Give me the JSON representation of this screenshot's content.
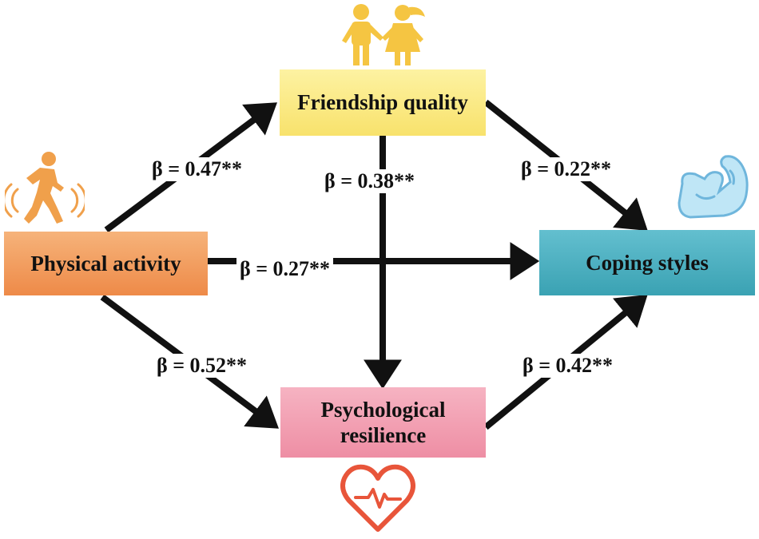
{
  "nodes": {
    "physical_activity": "Physical activity",
    "friendship_quality": "Friendship quality",
    "coping_styles": "Coping styles",
    "psychological_resilience_line1": "Psychological",
    "psychological_resilience_line2": "resilience"
  },
  "paths": {
    "pa_to_fq": "β = 0.47**",
    "fq_to_pr": "β = 0.38**",
    "fq_to_cs": "β = 0.22**",
    "pa_to_cs": "β = 0.27**",
    "pa_to_pr": "β = 0.52**",
    "pr_to_cs": "β = 0.42**"
  },
  "colors": {
    "physical_activity": "#ee8a48",
    "friendship_quality": "#f8e26c",
    "coping_styles": "#3aa2b3",
    "psychological_resilience": "#ee8ea4",
    "arrow": "#111111",
    "icon_orange": "#f0a04b",
    "icon_yellow": "#f5c542",
    "icon_blue": "#8fd3ee",
    "icon_red": "#e8553a"
  },
  "icons": {
    "physical_activity": "runner-icon",
    "friendship_quality": "friends-icon",
    "coping_styles": "flexed-arm-icon",
    "psychological_resilience": "heartbeat-icon"
  }
}
